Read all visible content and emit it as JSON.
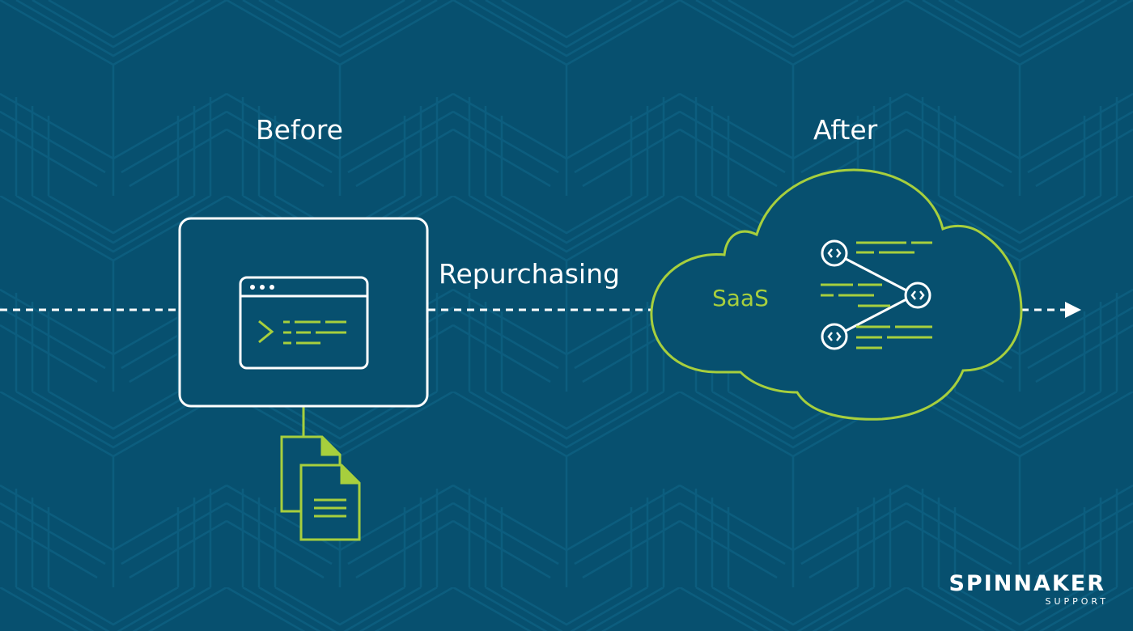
{
  "diagram": {
    "before_label": "Before",
    "after_label": "After",
    "process_label": "Repurchasing",
    "saas_label": "SaaS"
  },
  "icons": {
    "application_window": "terminal-window-icon",
    "documents": "documents-icon",
    "cloud": "cloud-icon",
    "network": "network-nodes-icon",
    "flow_arrow": "arrow-right-icon"
  },
  "brand": {
    "name": "SPINNAKER",
    "tagline": "SUPPORT"
  },
  "colors": {
    "background": "#07506f",
    "pattern": "#0c5d7e",
    "white": "#ffffff",
    "accent": "#a7cf3d"
  }
}
